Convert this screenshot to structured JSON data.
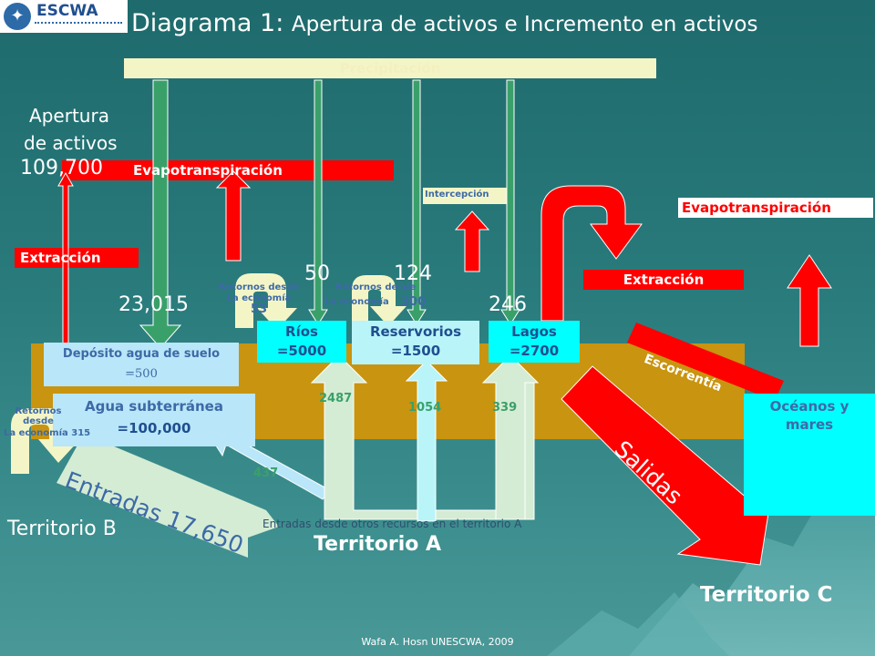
{
  "header": {
    "logo_text": "ESCWA",
    "title_main": "Diagrama 1:",
    "title_sub": "Apertura de activos e Incremento en activos"
  },
  "labels": {
    "precipitacion": "Precipitación",
    "apertura_line1": "Apertura",
    "apertura_line2": "de activos",
    "apertura_value": "109,700",
    "evapo_left": "Evapotranspiración",
    "evapo_right": "Evapotranspiración",
    "intercepcion": "Intercepción",
    "extraccion_left": "Extracción",
    "extraccion_right": "Extracción",
    "escorrentia": "Escorrentía",
    "salidas": "Salidas",
    "entradas": "Entradas 17,650",
    "entradas_otros": "Entradas desde otros recursos en el territorio A",
    "territorio_a": "Territorio A",
    "territorio_b": "Territorio B",
    "territorio_c": "Territorio C",
    "footer": "Wafa A. Hosn UNESCWA, 2009"
  },
  "flows": {
    "v23015": "23,015",
    "v50": "50",
    "v124": "124",
    "v246": "246",
    "v2487": "2487",
    "v1054": "1054",
    "v339": "339",
    "v437": "437"
  },
  "returns": {
    "r1_line1": "Retornos desde",
    "r1_line2": "La economía",
    "r1_value": "53",
    "r2_line1": "Retornos desde",
    "r2_line2": "La economía",
    "r2_value": "300",
    "r3_line1": "Retornos",
    "r3_line2": "desde",
    "r3_line3": "La economía 315"
  },
  "boxes": {
    "deposito_line1": "Depósito agua de suelo",
    "deposito_line2": "=500",
    "agua_sub_line1": "Agua subterránea",
    "agua_sub_line2": "=100,000",
    "rios_line1": "Ríos",
    "rios_line2": "=5000",
    "reservorios_line1": "Reservorios",
    "reservorios_line2": "=1500",
    "lagos_line1": "Lagos",
    "lagos_line2": "=2700",
    "oceanos_line1": "Océanos y",
    "oceanos_line2": "mares"
  },
  "colors": {
    "background": "#2a7b7c",
    "territory_band": "#c9940f",
    "precip_bar": "#f4f5c7",
    "red": "#ff0000",
    "green_arrow": "#3aa06a",
    "light_box": "#b9e6f9",
    "pale_green": "#d4ecd4",
    "ocean": "#00ffff",
    "yellow_return": "#f4f5c7",
    "cream_text": "#f3f0c0",
    "label_blue": "#3d6aa6"
  }
}
